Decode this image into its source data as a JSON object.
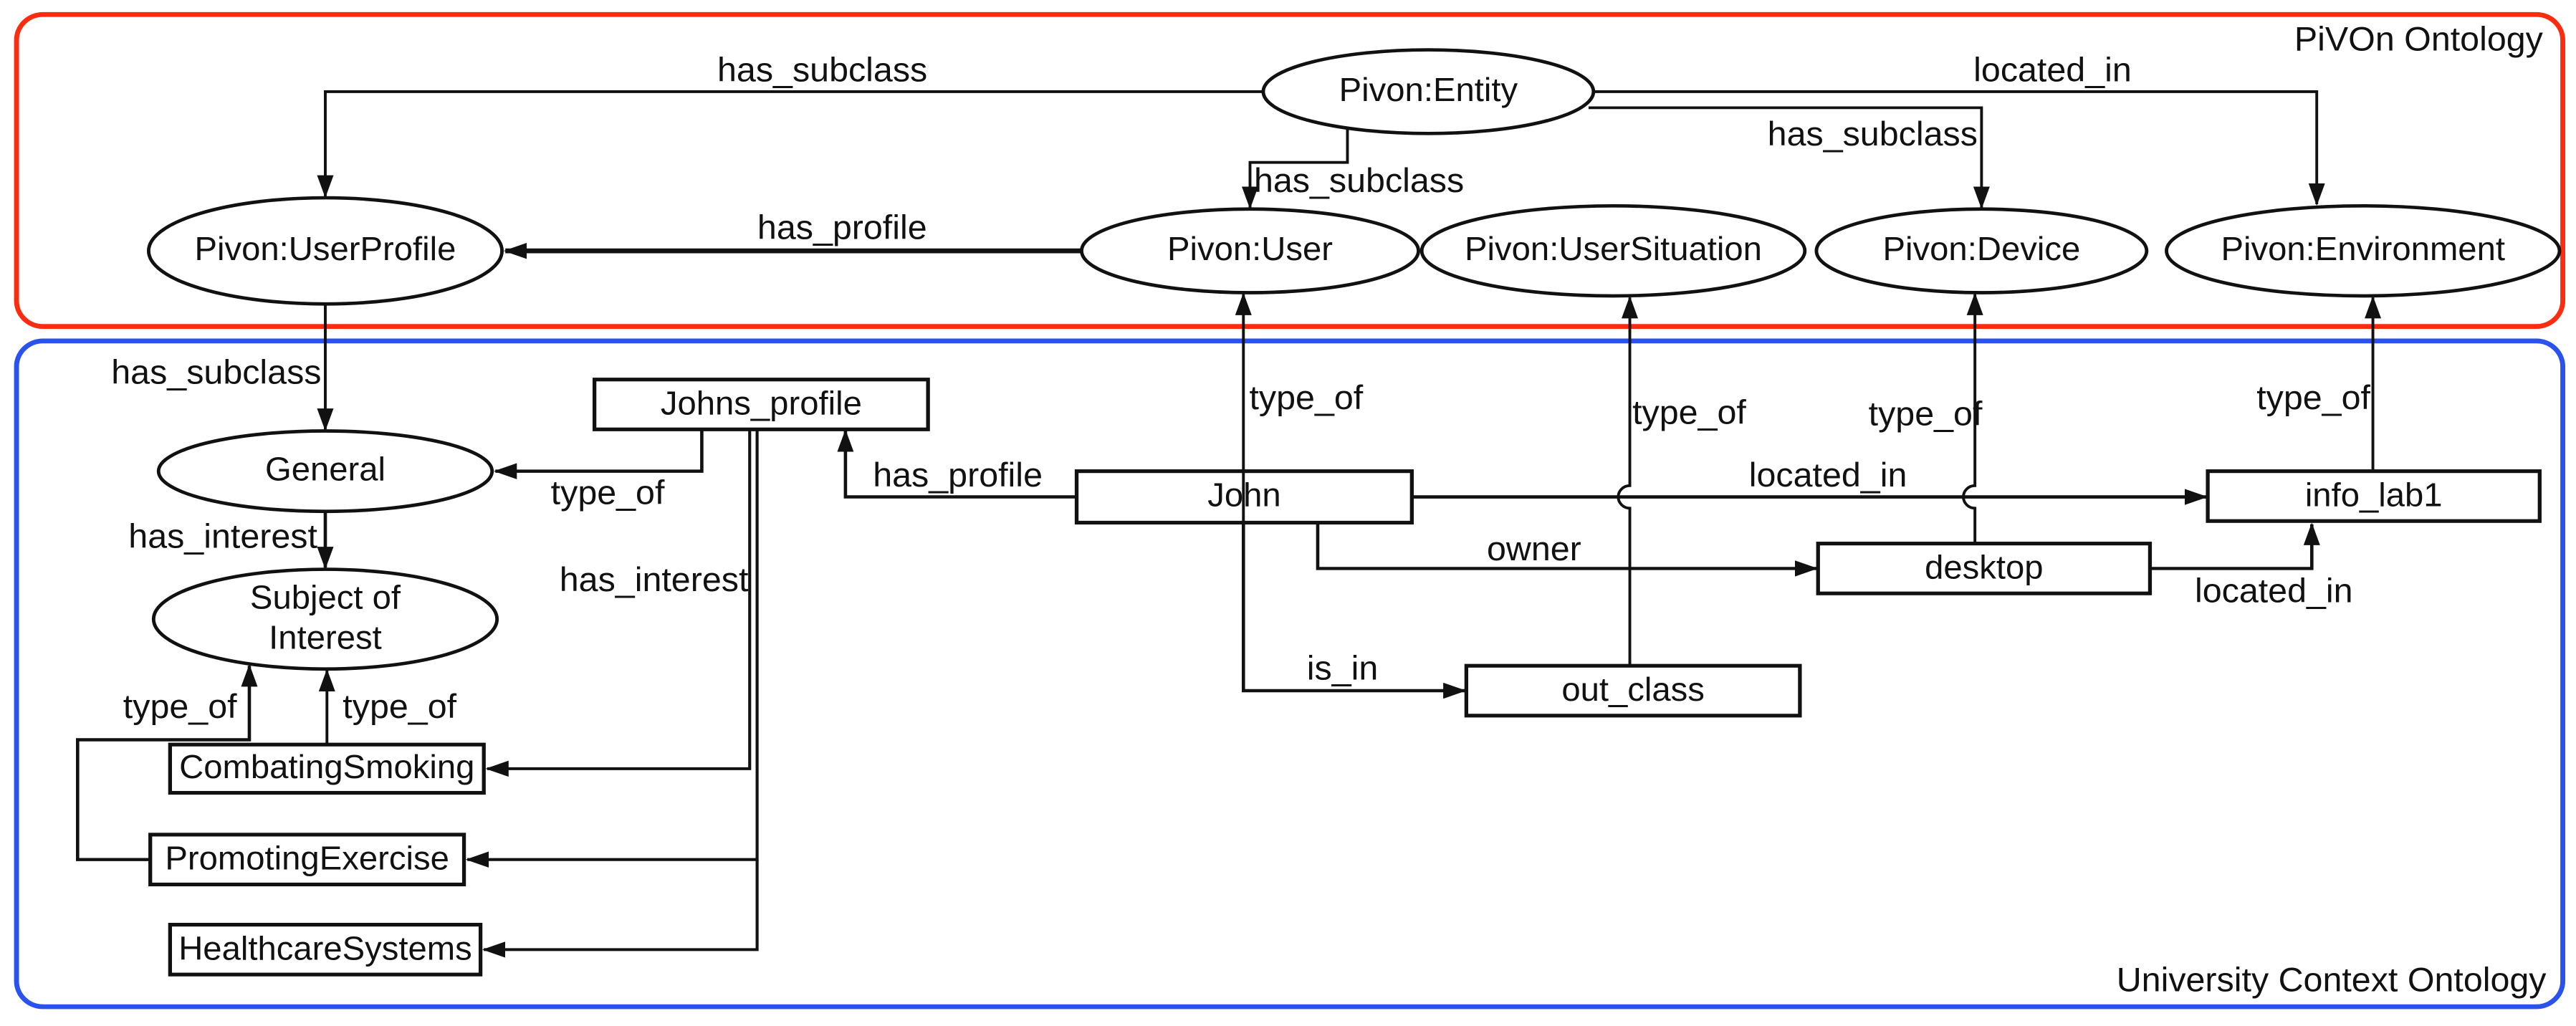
{
  "containers": {
    "pivon": {
      "label": "PiVOn Ontology",
      "border_color": "#fb2c10"
    },
    "university": {
      "label": "University Context Ontology",
      "border_color": "#2a52ee"
    }
  },
  "colors": {
    "line": "#111111",
    "node_fill": "#ffffff",
    "node_stroke": "#111111"
  },
  "nodes": {
    "entity": {
      "label": "Pivon:Entity",
      "shape": "ellipse"
    },
    "user_profile": {
      "label": "Pivon:UserProfile",
      "shape": "ellipse"
    },
    "user": {
      "label": "Pivon:User",
      "shape": "ellipse"
    },
    "user_situation": {
      "label": "Pivon:UserSituation",
      "shape": "ellipse"
    },
    "device": {
      "label": "Pivon:Device",
      "shape": "ellipse"
    },
    "environment": {
      "label": "Pivon:Environment",
      "shape": "ellipse"
    },
    "general": {
      "label": "General",
      "shape": "ellipse"
    },
    "subject_of_interest": {
      "label": "Subject of Interest",
      "line1": "Subject of",
      "line2": "Interest",
      "shape": "ellipse"
    },
    "johns_profile": {
      "label": "Johns_profile",
      "shape": "rect"
    },
    "john": {
      "label": "John",
      "shape": "rect"
    },
    "out_class": {
      "label": "out_class",
      "shape": "rect"
    },
    "desktop": {
      "label": "desktop",
      "shape": "rect"
    },
    "info_lab1": {
      "label": "info_lab1",
      "shape": "rect"
    },
    "combating_smoking": {
      "label": "CombatingSmoking",
      "shape": "rect"
    },
    "promoting_exercise": {
      "label": "PromotingExercise",
      "shape": "rect"
    },
    "healthcare_systems": {
      "label": "HealthcareSystems",
      "shape": "rect"
    }
  },
  "edges": [
    {
      "from": "entity",
      "to": "user_profile",
      "label": "has_subclass"
    },
    {
      "from": "entity",
      "to": "environment",
      "label": "located_in"
    },
    {
      "from": "entity",
      "to": "user",
      "label": "has_subclass"
    },
    {
      "from": "entity",
      "to": "device",
      "label": "has_subclass"
    },
    {
      "from": "user",
      "to": "user_profile",
      "label": "has_profile"
    },
    {
      "from": "user_profile",
      "to": "general",
      "label": "has_subclass"
    },
    {
      "from": "general",
      "to": "subject_of_interest",
      "label": "has_interest"
    },
    {
      "from": "johns_profile",
      "to": "general",
      "label": "type_of"
    },
    {
      "from": "john",
      "to": "johns_profile",
      "label": "has_profile"
    },
    {
      "from": "johns_profile",
      "to": "combating_smoking",
      "label": "has_interest"
    },
    {
      "from": "johns_profile",
      "to": "promoting_exercise",
      "label": ""
    },
    {
      "from": "johns_profile",
      "to": "healthcare_systems",
      "label": ""
    },
    {
      "from": "promoting_exercise",
      "to": "subject_of_interest",
      "label": "type_of"
    },
    {
      "from": "combating_smoking",
      "to": "subject_of_interest",
      "label": "type_of"
    },
    {
      "from": "john",
      "to": "user",
      "label": "type_of"
    },
    {
      "from": "john",
      "to": "out_class",
      "label": "is_in"
    },
    {
      "from": "john",
      "to": "info_lab1",
      "label": "located_in"
    },
    {
      "from": "john",
      "to": "desktop",
      "label": "owner"
    },
    {
      "from": "out_class",
      "to": "user_situation",
      "label": "type_of"
    },
    {
      "from": "desktop",
      "to": "device",
      "label": "type_of"
    },
    {
      "from": "info_lab1",
      "to": "environment",
      "label": "type_of"
    },
    {
      "from": "desktop",
      "to": "info_lab1",
      "label": "located_in"
    }
  ]
}
